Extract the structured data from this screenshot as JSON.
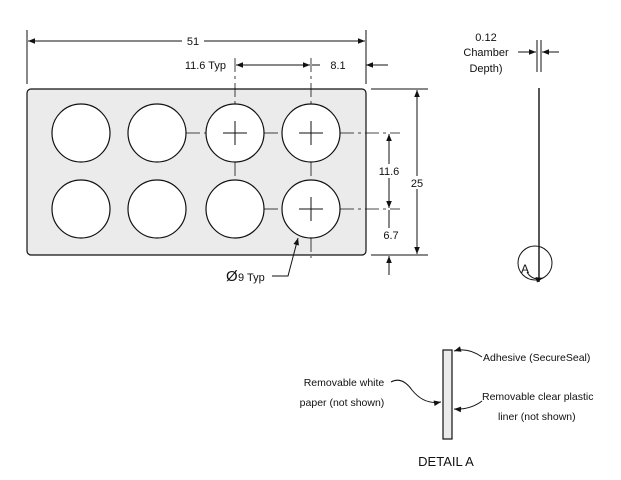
{
  "drawing": {
    "dimensions": {
      "overall_width": "51",
      "pitch_typ": "11.6 Typ",
      "edge_offset": "8.1",
      "row_pitch": "11.6",
      "overall_height": "25",
      "bottom_offset": "6.7",
      "hole_diameter_symbol": "Ø",
      "hole_diameter": "9 Typ",
      "chamber_depth_value": "0.12",
      "chamber_depth_line1": "Chamber",
      "chamber_depth_line2": "Depth)"
    },
    "detail_callout": "A",
    "detail": {
      "title": "DETAIL A",
      "adhesive": "Adhesive (SecureSeal)",
      "paper_line1": "Removable white",
      "paper_line2": "paper (not shown)",
      "liner_line1": "Removable clear plastic",
      "liner_line2": "liner (not shown)"
    },
    "colors": {
      "plate_fill": "#ebebeb",
      "line": "#111111"
    }
  }
}
